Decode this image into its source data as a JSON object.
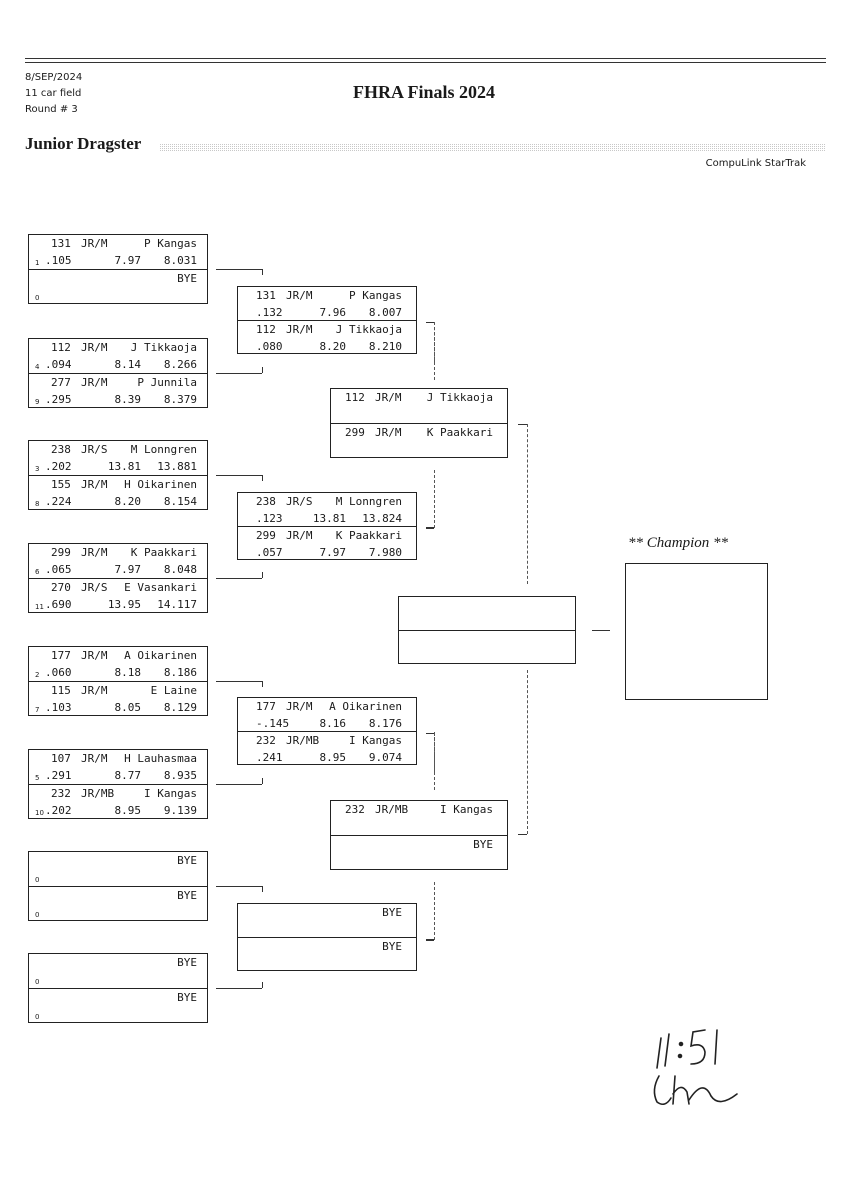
{
  "header": {
    "date": "8/SEP/2024",
    "field": "11 car field",
    "round": "Round # 3",
    "title": "FHRA Finals 2024",
    "class_name": "Junior Dragster",
    "brand": "CompuLink StarTrak"
  },
  "round1": [
    {
      "top": {
        "car": "131",
        "cls": "JR/M",
        "name": "P Kangas",
        "lane": "1",
        "rt": ".105",
        "et": "7.97",
        "dial": "8.031"
      },
      "bot": {
        "car": "",
        "cls": "",
        "name": "BYE",
        "lane": "0",
        "rt": "",
        "et": "",
        "dial": ""
      }
    },
    {
      "top": {
        "car": "112",
        "cls": "JR/M",
        "name": "J Tikkaoja",
        "lane": "4",
        "rt": ".094",
        "et": "8.14",
        "dial": "8.266"
      },
      "bot": {
        "car": "277",
        "cls": "JR/M",
        "name": "P Junnila",
        "lane": "9",
        "rt": ".295",
        "et": "8.39",
        "dial": "8.379"
      }
    },
    {
      "top": {
        "car": "238",
        "cls": "JR/S",
        "name": "M Lonngren",
        "lane": "3",
        "rt": ".202",
        "et": "13.81",
        "dial": "13.881"
      },
      "bot": {
        "car": "155",
        "cls": "JR/M",
        "name": "H Oikarinen",
        "lane": "8",
        "rt": ".224",
        "et": "8.20",
        "dial": "8.154"
      }
    },
    {
      "top": {
        "car": "299",
        "cls": "JR/M",
        "name": "K Paakkari",
        "lane": "6",
        "rt": ".065",
        "et": "7.97",
        "dial": "8.048"
      },
      "bot": {
        "car": "270",
        "cls": "JR/S",
        "name": "E Vasankari",
        "lane": "11",
        "rt": ".690",
        "et": "13.95",
        "dial": "14.117"
      }
    },
    {
      "top": {
        "car": "177",
        "cls": "JR/M",
        "name": "A Oikarinen",
        "lane": "2",
        "rt": ".060",
        "et": "8.18",
        "dial": "8.186"
      },
      "bot": {
        "car": "115",
        "cls": "JR/M",
        "name": "E Laine",
        "lane": "7",
        "rt": ".103",
        "et": "8.05",
        "dial": "8.129"
      }
    },
    {
      "top": {
        "car": "107",
        "cls": "JR/M",
        "name": "H Lauhasmaa",
        "lane": "5",
        "rt": ".291",
        "et": "8.77",
        "dial": "8.935"
      },
      "bot": {
        "car": "232",
        "cls": "JR/MB",
        "name": "I Kangas",
        "lane": "10",
        "rt": ".202",
        "et": "8.95",
        "dial": "9.139"
      }
    },
    {
      "top": {
        "car": "",
        "cls": "",
        "name": "BYE",
        "lane": "0",
        "rt": "",
        "et": "",
        "dial": ""
      },
      "bot": {
        "car": "",
        "cls": "",
        "name": "BYE",
        "lane": "0",
        "rt": "",
        "et": "",
        "dial": ""
      }
    },
    {
      "top": {
        "car": "",
        "cls": "",
        "name": "BYE",
        "lane": "0",
        "rt": "",
        "et": "",
        "dial": ""
      },
      "bot": {
        "car": "",
        "cls": "",
        "name": "BYE",
        "lane": "0",
        "rt": "",
        "et": "",
        "dial": ""
      }
    }
  ],
  "round2": [
    {
      "top": {
        "car": "131",
        "cls": "JR/M",
        "name": "P Kangas",
        "rt": ".132",
        "et": "7.96",
        "dial": "8.007"
      },
      "bot": {
        "car": "112",
        "cls": "JR/M",
        "name": "J Tikkaoja",
        "rt": ".080",
        "et": "8.20",
        "dial": "8.210"
      }
    },
    {
      "top": {
        "car": "238",
        "cls": "JR/S",
        "name": "M Lonngren",
        "rt": ".123",
        "et": "13.81",
        "dial": "13.824"
      },
      "bot": {
        "car": "299",
        "cls": "JR/M",
        "name": "K Paakkari",
        "rt": ".057",
        "et": "7.97",
        "dial": "7.980"
      }
    },
    {
      "top": {
        "car": "177",
        "cls": "JR/M",
        "name": "A Oikarinen",
        "rt": "-.145",
        "et": "8.16",
        "dial": "8.176"
      },
      "bot": {
        "car": "232",
        "cls": "JR/MB",
        "name": "I Kangas",
        "rt": ".241",
        "et": "8.95",
        "dial": "9.074"
      }
    },
    {
      "top": {
        "car": "",
        "cls": "",
        "name": "BYE",
        "rt": "",
        "et": "",
        "dial": ""
      },
      "bot": {
        "car": "",
        "cls": "",
        "name": "BYE",
        "rt": "",
        "et": "",
        "dial": ""
      }
    }
  ],
  "round3": [
    {
      "top": {
        "car": "112",
        "cls": "JR/M",
        "name": "J Tikkaoja"
      },
      "bot": {
        "car": "299",
        "cls": "JR/M",
        "name": "K Paakkari"
      }
    },
    {
      "top": {
        "car": "232",
        "cls": "JR/MB",
        "name": "I Kangas"
      },
      "bot": {
        "car": "",
        "cls": "",
        "name": "BYE"
      }
    }
  ],
  "final": {
    "top": {
      "car": "",
      "cls": "",
      "name": ""
    },
    "bot": {
      "car": "",
      "cls": "",
      "name": ""
    }
  },
  "champion": {
    "label": "** Champion **",
    "name": ""
  },
  "handwriting": {
    "time": "11:51"
  }
}
